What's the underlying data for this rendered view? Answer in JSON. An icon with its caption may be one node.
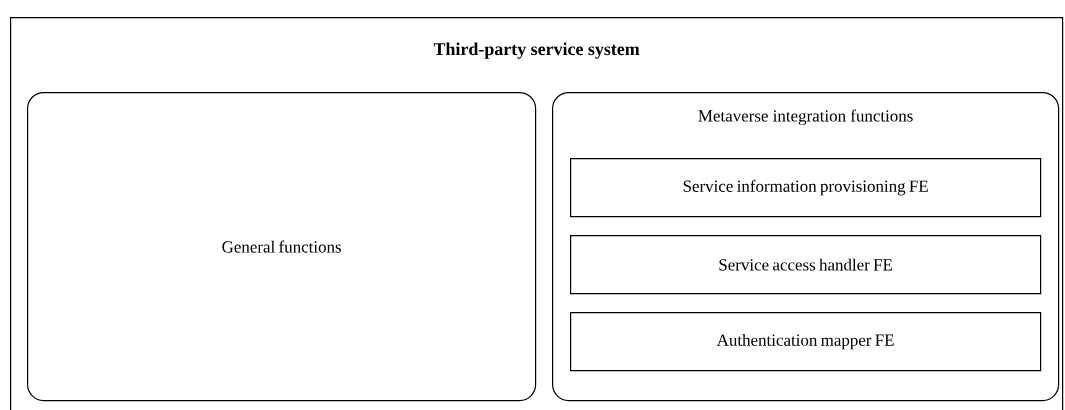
{
  "diagram": {
    "nodes": [
      {
        "text": [
          "Third-party service system"
        ]
      },
      {
        "text": [
          "General functions"
        ],
        "in": 0
      },
      {
        "text": [
          "Metaverse integration functions"
        ],
        "in": 0
      },
      {
        "text": [
          "Service information provisioning FE"
        ],
        "in": 2
      },
      {
        "text": [
          "Service access handler FE"
        ],
        "in": 2
      },
      {
        "text": [
          "Authentication mapper FE"
        ],
        "in": 2
      }
    ]
  }
}
